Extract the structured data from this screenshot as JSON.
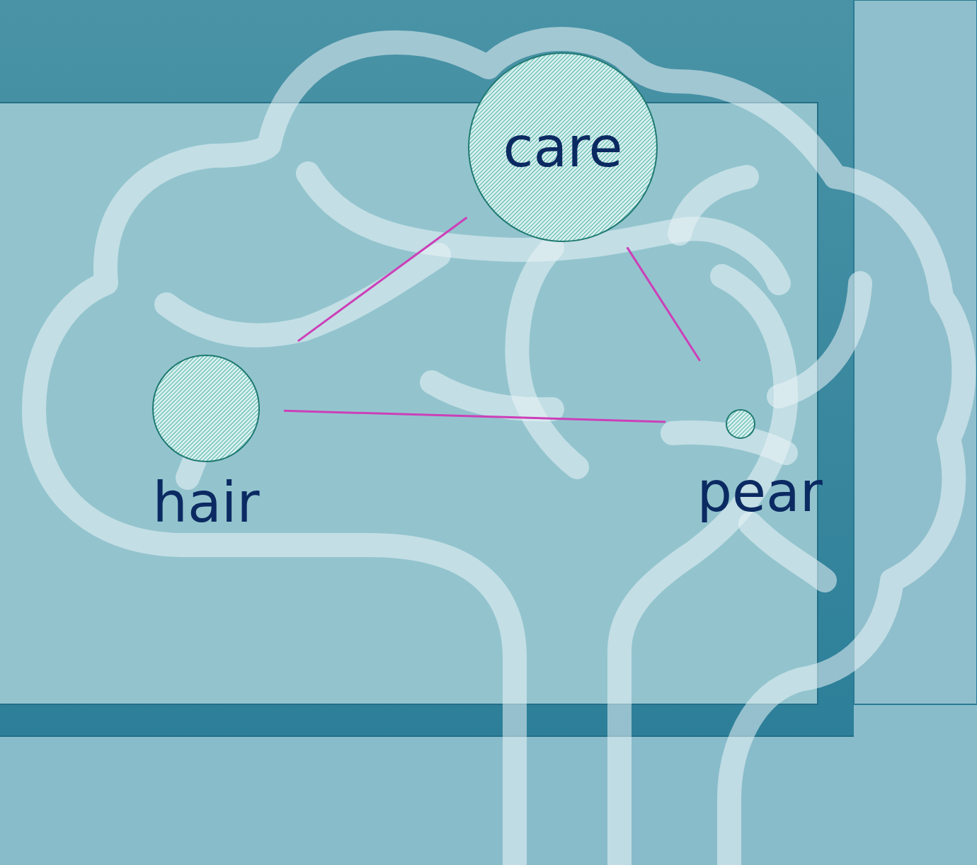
{
  "diagram": {
    "nodes": [
      {
        "text": [
          "care"
        ]
      },
      {
        "text": [
          "hair"
        ]
      },
      {
        "text": [
          "pear"
        ]
      }
    ],
    "edges": [
      {
        "from": 0,
        "to": 1,
        "arrow": "none"
      },
      {
        "from": 0,
        "to": 2,
        "arrow": "none"
      },
      {
        "from": 1,
        "to": 2,
        "arrow": "none"
      }
    ]
  }
}
